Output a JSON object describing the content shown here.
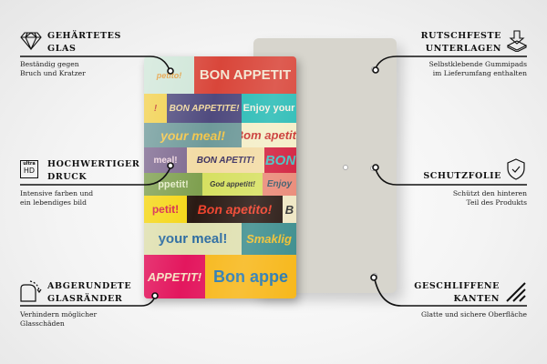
{
  "features_left": [
    {
      "title_line1": "GEHÄRTETES",
      "title_line2": "GLAS",
      "desc_line1": "Beständig gegen",
      "desc_line2": "Bruch und Kratzer",
      "icon": "diamond-icon"
    },
    {
      "title_line1": "HOCHWERTIGER",
      "title_line2": "DRUCK",
      "desc_line1": "Intensive farben und",
      "desc_line2": "ein lebendiges bild",
      "icon": "ultra-hd-icon",
      "icon_text1": "ultra",
      "icon_text2": "HD"
    },
    {
      "title_line1": "ABGERUNDETE",
      "title_line2": "GLASRÄNDER",
      "desc_line1": "Verhindern möglicher",
      "desc_line2": "Glasschäden",
      "icon": "rounded-corner-icon"
    }
  ],
  "features_right": [
    {
      "title_line1": "RUTSCHFESTE",
      "title_line2": "UNTERLAGEN",
      "desc_line1": "Selbstklebende Gummipads",
      "desc_line2": "im Lieferumfang enthalten",
      "icon": "anti-slip-pad-icon"
    },
    {
      "title_line1": "SCHUTZFOLIE",
      "title_line2": "",
      "desc_line1": "Schützt den hinteren",
      "desc_line2": "Teil des Produkts",
      "icon": "shield-check-icon"
    },
    {
      "title_line1": "GESCHLIFFENE",
      "title_line2": "KANTEN",
      "desc_line1": "Glatte und sichere Oberfläche",
      "desc_line2": "",
      "icon": "polished-edge-icon"
    }
  ],
  "product_tiles": [
    {
      "text": "petito!",
      "bg": "#cfe6d8",
      "fg": "#e39a3a"
    },
    {
      "text": "BON APPETIT",
      "bg": "#d9463a",
      "fg": "#f3e6d2"
    },
    {
      "text": "!",
      "bg": "#f2d04a",
      "fg": "#c0392b"
    },
    {
      "text": "BON APPETITE!",
      "bg": "#4f4a7e",
      "fg": "#f1d9a0"
    },
    {
      "text": "Enjoy your",
      "bg": "#2bbcb6",
      "fg": "#f4f0e2"
    },
    {
      "text": "your meal!",
      "bg": "#6f9a9a",
      "fg": "#f3c64a"
    },
    {
      "text": "Bom apetite",
      "bg": "#f4eec7",
      "fg": "#c8322e"
    },
    {
      "text": "meal!",
      "bg": "#7e6990",
      "fg": "#f0d6e0"
    },
    {
      "text": "BON APETIT!",
      "bg": "#f3dba4",
      "fg": "#3b3060"
    },
    {
      "text": "BON",
      "bg": "#d2203e",
      "fg": "#43c0c0"
    },
    {
      "text": "ppetit!",
      "bg": "#7fa050",
      "fg": "#e4ecc8"
    },
    {
      "text": "God appetitt!",
      "bg": "#d6e060",
      "fg": "#333"
    },
    {
      "text": "Enjoy",
      "bg": "#ea8a78",
      "fg": "#3a5a6a"
    },
    {
      "text": "petit!",
      "bg": "#f5d718",
      "fg": "#d5204a"
    },
    {
      "text": "Bon apetito!",
      "bg": "#2a1a14",
      "fg": "#f0402a"
    },
    {
      "text": "B",
      "bg": "#efe7c4",
      "fg": "#333"
    },
    {
      "text": "your meal!",
      "bg": "#dfe0b0",
      "fg": "#2a6aa0"
    },
    {
      "text": "Smaklig",
      "bg": "#3f8f8f",
      "fg": "#f0c030"
    },
    {
      "text": "APPETIT!",
      "bg": "#e3175e",
      "fg": "#f6e0c0"
    },
    {
      "text": "Bon appe",
      "bg": "#f7b81c",
      "fg": "#2a7ab0"
    }
  ],
  "colors": {
    "back_panel": "#d7d5cd",
    "line": "#111111"
  }
}
